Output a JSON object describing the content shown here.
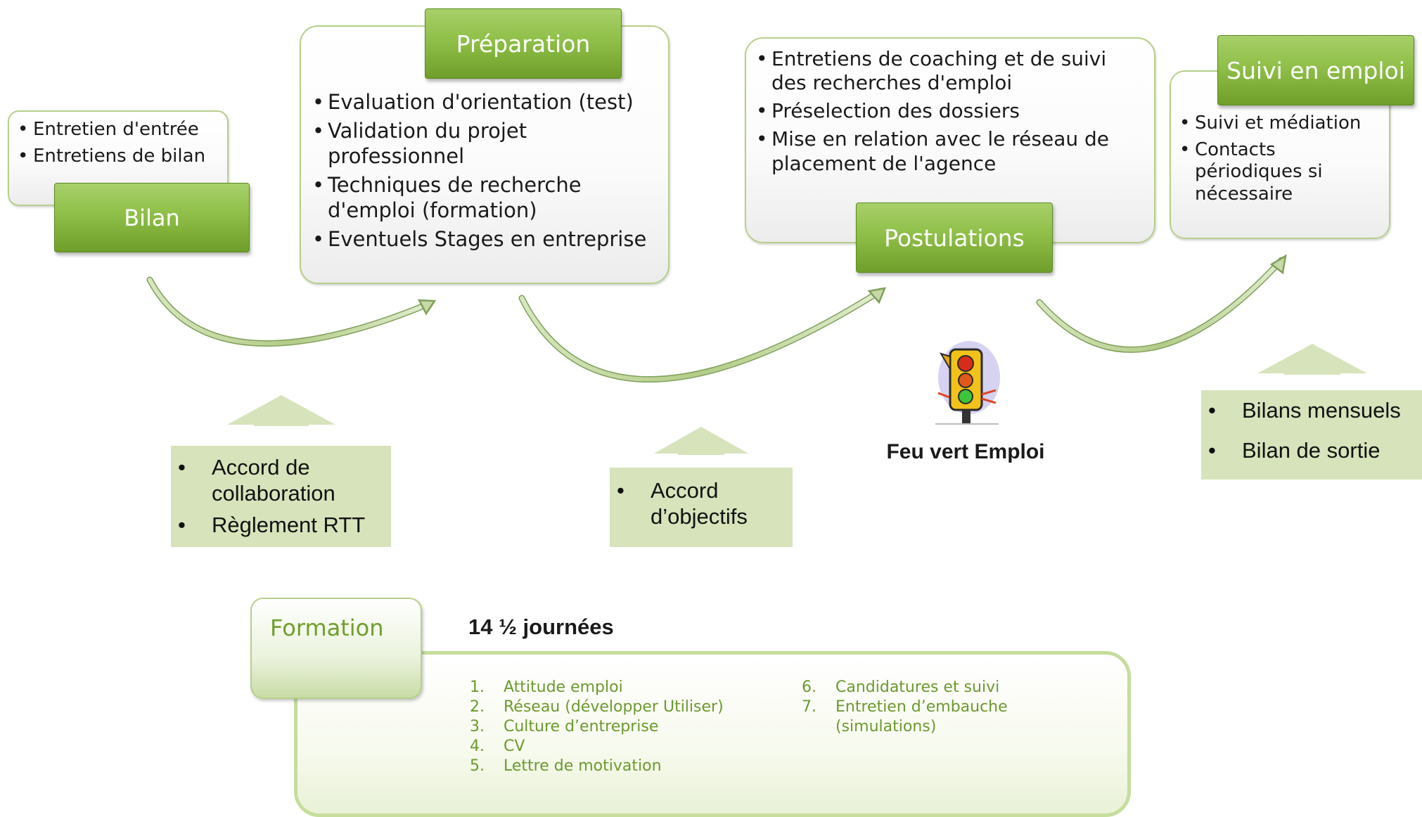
{
  "bilan": {
    "title": "Bilan",
    "items": [
      "Entretien d'entrée",
      "Entretiens de bilan"
    ]
  },
  "preparation": {
    "title": "Préparation",
    "items": [
      "Evaluation d'orientation (test)",
      "Validation du projet professionnel",
      "Techniques de recherche d'emploi (formation)",
      "Eventuels Stages en entreprise"
    ]
  },
  "postulations": {
    "title": "Postulations",
    "items": [
      "Entretiens de coaching  et de suivi des recherches d'emploi",
      "Préselection des dossiers",
      "Mise en relation avec le réseau de placement de l'agence"
    ]
  },
  "suivi": {
    "title": "Suivi en emploi",
    "items": [
      "Suivi et médiation",
      "Contacts périodiques si nécessaire"
    ]
  },
  "notes": {
    "accord_collaboration": [
      "Accord de collaboration",
      "Règlement RTT"
    ],
    "accord_objectifs": [
      "Accord d’objectifs"
    ],
    "bilans": [
      "Bilans mensuels",
      "Bilan de sortie"
    ]
  },
  "feu_vert": {
    "label": "Feu vert Emploi",
    "icon": "traffic-light-icon"
  },
  "formation": {
    "tab_label": "Formation",
    "duration": "14 ½ journées",
    "col1": [
      {
        "num": "1.",
        "text": "Attitude emploi"
      },
      {
        "num": "2.",
        "text": "Réseau (développer Utiliser)"
      },
      {
        "num": "3.",
        "text": "Culture d’entreprise"
      },
      {
        "num": "4.",
        "text": "CV"
      },
      {
        "num": "5.",
        "text": "Lettre de motivation"
      }
    ],
    "col2": [
      {
        "num": "6.",
        "text": "Candidatures et suivi"
      },
      {
        "num": "7.",
        "text": "Entretien d’embauche (simulations)"
      }
    ]
  },
  "colors": {
    "green_title": "#8fbf48",
    "box_border": "#b5d08a",
    "note_bg": "#d7e3bb",
    "formation_text": "#6b9a2d"
  }
}
